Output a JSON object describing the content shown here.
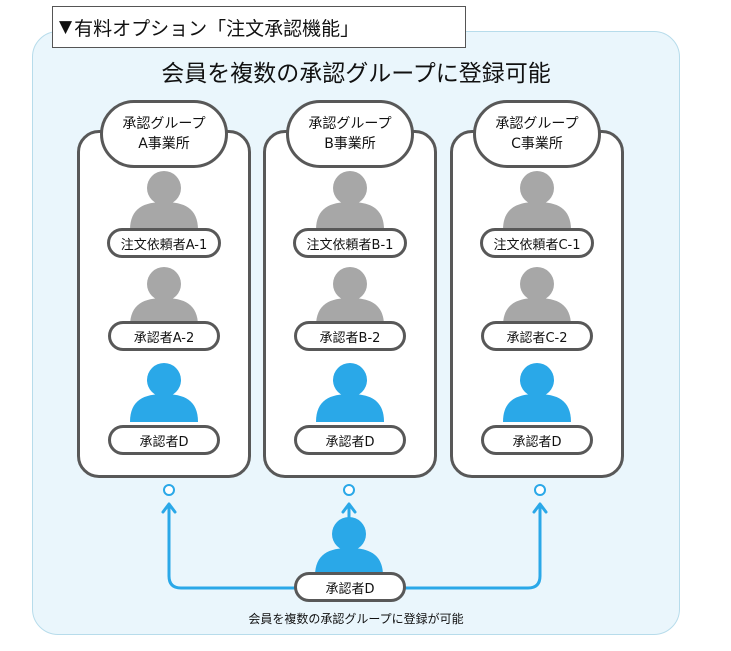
{
  "header": {
    "marker": "▼",
    "title": "有料オプション「注文承認機能」"
  },
  "main_title": "会員を複数の承認グループに登録可能",
  "groups": [
    {
      "label_line1": "承認グループ",
      "label_line2": "A事業所",
      "members": [
        "注文依頼者A-1",
        "承認者A-2",
        "承認者D"
      ]
    },
    {
      "label_line1": "承認グループ",
      "label_line2": "B事業所",
      "members": [
        "注文依頼者B-1",
        "承認者B-2",
        "承認者D"
      ]
    },
    {
      "label_line1": "承認グループ",
      "label_line2": "C事業所",
      "members": [
        "注文依頼者C-1",
        "承認者C-2",
        "承認者D"
      ]
    }
  ],
  "shared_member": "承認者D",
  "caption": "会員を複数の承認グループに登録が可能",
  "colors": {
    "panel_bg": "#eaf6fc",
    "member_gray": "#a7a7a7",
    "member_highlight": "#2aa8e8",
    "border": "#585858",
    "arrow": "#2aa8e8"
  }
}
